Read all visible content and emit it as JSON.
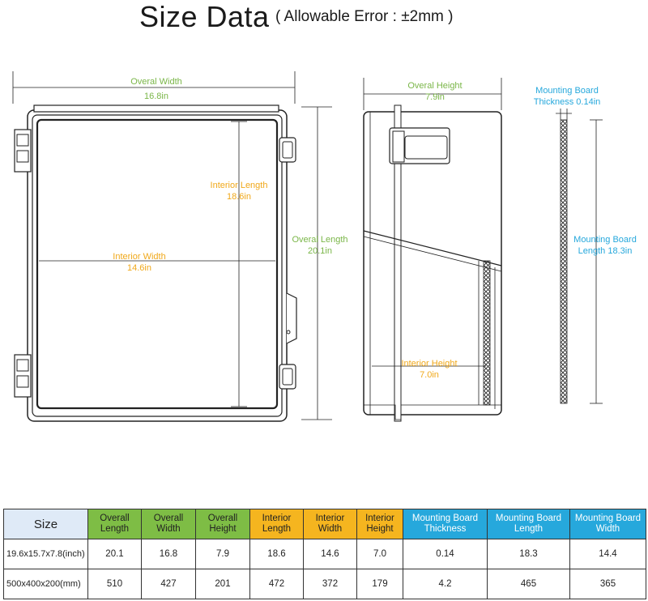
{
  "title": {
    "main": "Size Data",
    "note": "( Allowable Error : ±2mm )"
  },
  "front_view": {
    "overall_width": {
      "label": "Overal Width",
      "value": "16.8in"
    },
    "interior_length": {
      "label": "Interior Length",
      "value": "18.6in"
    },
    "interior_width": {
      "label": "Interior Width",
      "value": "14.6in"
    },
    "overall_length": {
      "label": "Overal Length",
      "value": "20.1in"
    }
  },
  "side_view": {
    "overall_height": {
      "label": "Overal Height",
      "value": "7.9in"
    },
    "interior_height": {
      "label": "Interior Height",
      "value": "7.0in"
    }
  },
  "board_view": {
    "thickness": {
      "label": "Mounting Board",
      "label2": "Thickness 0.14in"
    },
    "length": {
      "label": "Mounting Board",
      "label2": "Length 18.3in"
    }
  },
  "colors": {
    "green": "#7ab648",
    "orange": "#f0a81a",
    "blue": "#26a8dc",
    "header_size_bg": "#dfeaf7"
  },
  "table": {
    "headers": [
      {
        "line1": "Size",
        "line2": ""
      },
      {
        "line1": "Overall",
        "line2": "Length"
      },
      {
        "line1": "Overall",
        "line2": "Width"
      },
      {
        "line1": "Overall",
        "line2": "Height"
      },
      {
        "line1": "Interior",
        "line2": "Length"
      },
      {
        "line1": "Interior",
        "line2": "Width"
      },
      {
        "line1": "Interior",
        "line2": "Height"
      },
      {
        "line1": "Mounting Board",
        "line2": "Thickness"
      },
      {
        "line1": "Mounting Board",
        "line2": "Length"
      },
      {
        "line1": "Mounting Board",
        "line2": "Width"
      }
    ],
    "rows": [
      [
        "19.6x15.7x7.8(inch)",
        "20.1",
        "16.8",
        "7.9",
        "18.6",
        "14.6",
        "7.0",
        "0.14",
        "18.3",
        "14.4"
      ],
      [
        "500x400x200(mm)",
        "510",
        "427",
        "201",
        "472",
        "372",
        "179",
        "4.2",
        "465",
        "365"
      ]
    ]
  }
}
